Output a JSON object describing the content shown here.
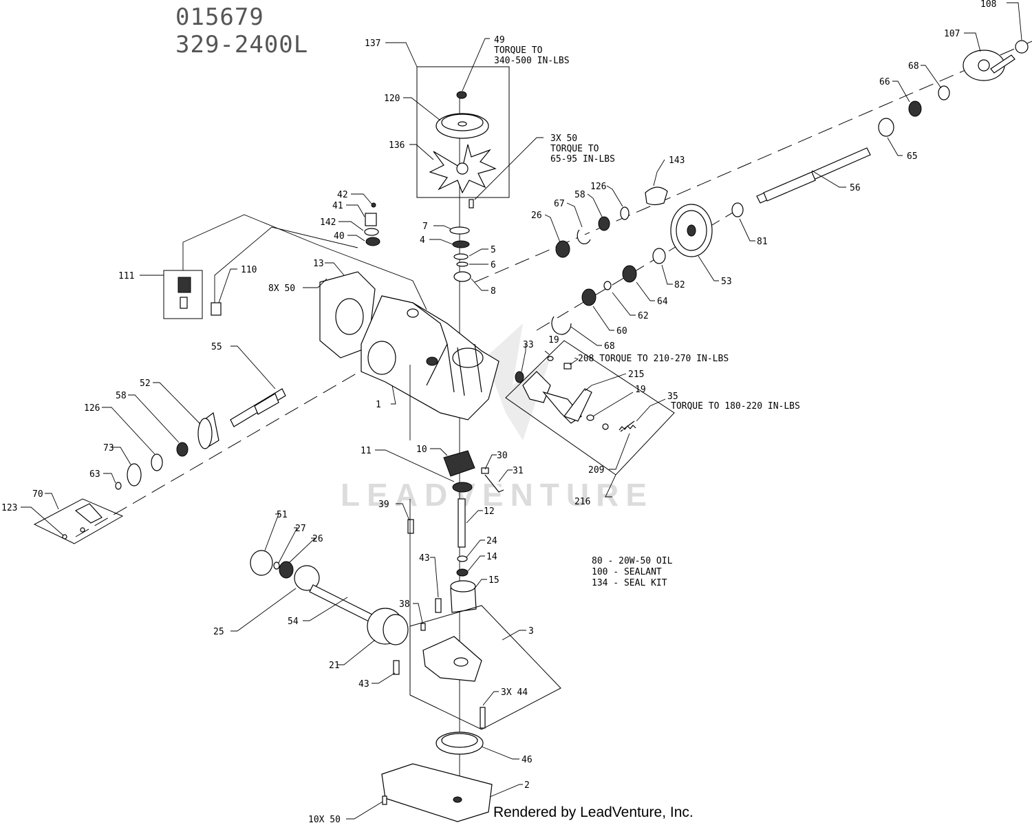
{
  "header": {
    "line1": "015679",
    "line2": "329-2400L"
  },
  "watermark": "LEADVENTURE",
  "footer": "Rendered by LeadVenture, Inc.",
  "notes": [
    "80 - 20W-50 OIL",
    "100 - SEALANT",
    "134 - SEAL KIT"
  ],
  "callouts": {
    "c108": "108",
    "c107": "107",
    "c137": "137",
    "c49a": "49",
    "c49b": "TORQUE TO",
    "c49c": "340-500 IN-LBS",
    "c120": "120",
    "c136": "136",
    "c3x50a": "3X 50",
    "c3x50b": "TORQUE TO",
    "c3x50c": "65-95 IN-LBS",
    "c143": "143",
    "c68a": "68",
    "c66": "66",
    "c65": "65",
    "c56": "56",
    "c126a": "126",
    "c58a": "58",
    "c67": "67",
    "c26a": "26",
    "c81": "81",
    "c82": "82",
    "c53": "53",
    "c64": "64",
    "c62": "62",
    "c60": "60",
    "c68b": "68",
    "c42": "42",
    "c41": "41",
    "c142": "142",
    "c40": "40",
    "c7": "7",
    "c4": "4",
    "c5": "5",
    "c6": "6",
    "c8": "8",
    "c111": "111",
    "c110": "110",
    "c13": "13",
    "c8x50": "8X 50",
    "c33": "33",
    "c19a": "19",
    "c208": "208 TORQUE TO 210-270 IN-LBS",
    "c215": "215",
    "c19b": "19",
    "c35a": "35",
    "c35b": "TORQUE TO 180-220 IN-LBS",
    "c209": "209",
    "c216": "216",
    "c55": "55",
    "c52": "52",
    "c58b": "58",
    "c126b": "126",
    "c73": "73",
    "c63": "63",
    "c70": "70",
    "c123": "123",
    "c1": "1",
    "c11": "11",
    "c10": "10",
    "c30": "30",
    "c31": "31",
    "c39": "39",
    "c12": "12",
    "c24": "24",
    "c14": "14",
    "c15": "15",
    "c51": "51",
    "c27": "27",
    "c26b": "26",
    "c43a": "43",
    "c38": "38",
    "c3": "3",
    "c25": "25",
    "c54": "54",
    "c21": "21",
    "c43b": "43",
    "c3x44": "3X 44",
    "c46": "46",
    "c2": "2",
    "c10x50": "10X 50"
  }
}
